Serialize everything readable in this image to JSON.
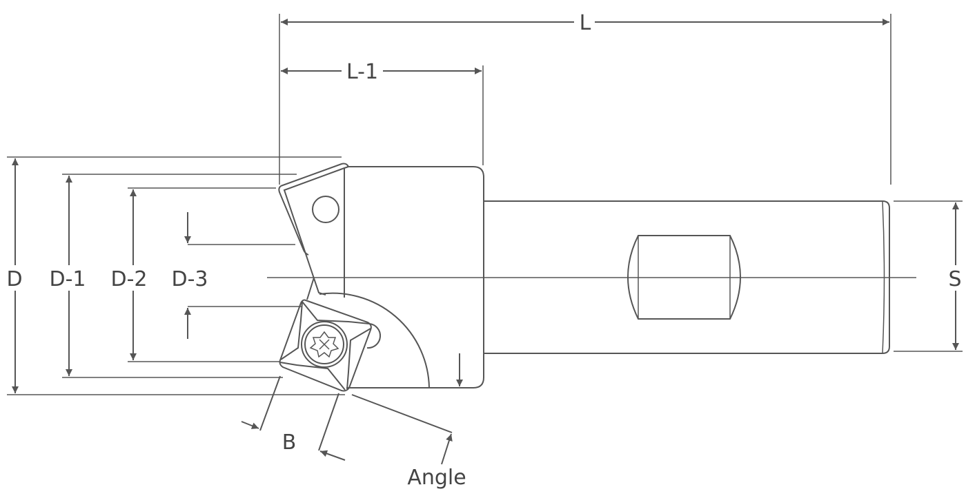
{
  "diagram": {
    "title": "Insert milling cutter dimension drawing",
    "labels": {
      "L": "L",
      "L1": "L-1",
      "D": "D",
      "D1": "D-1",
      "D2": "D-2",
      "D3": "D-3",
      "S": "S",
      "B": "B",
      "angle": "Angle"
    },
    "line_color": "#555555"
  }
}
